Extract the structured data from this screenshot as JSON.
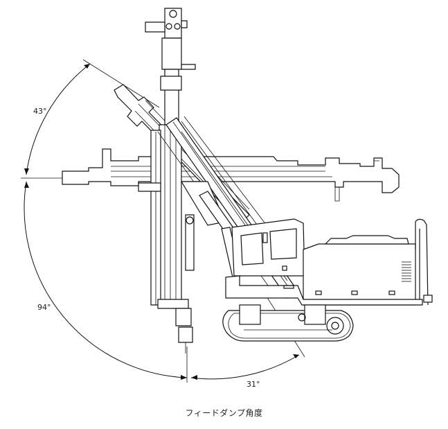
{
  "angles": {
    "upper": "43°",
    "left": "94°",
    "bottom": "31°"
  },
  "caption": "フィードダンプ角度"
}
